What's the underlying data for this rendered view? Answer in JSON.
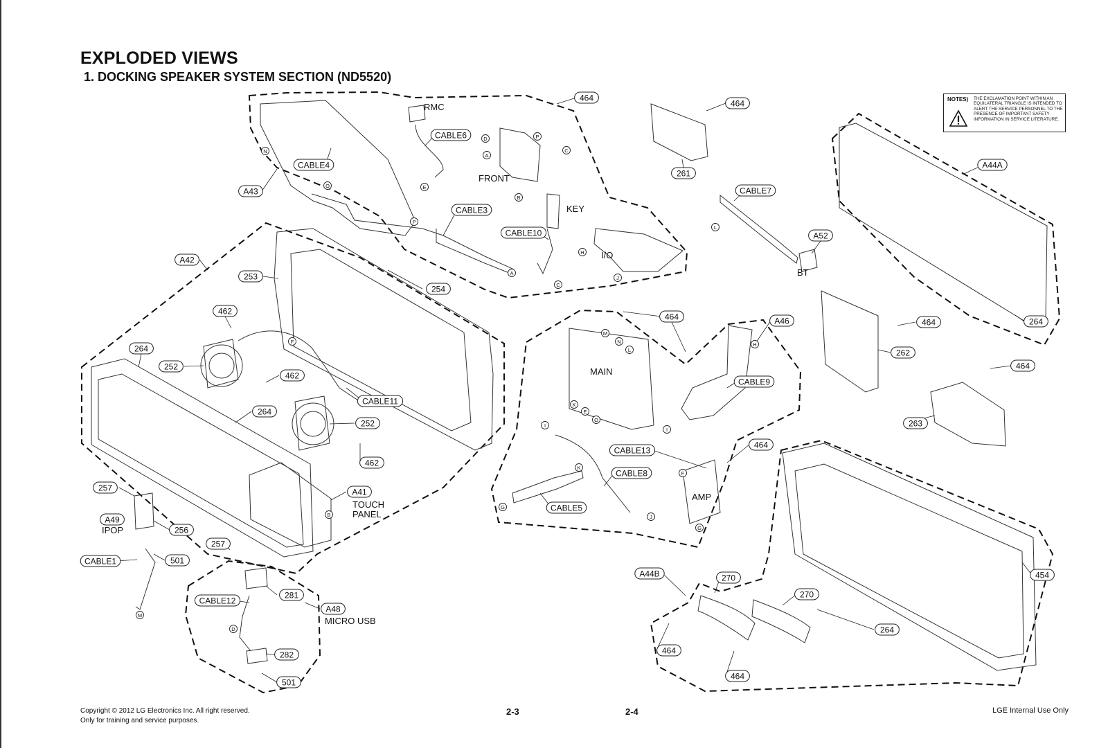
{
  "header": {
    "title": "EXPLODED VIEWS",
    "subtitle": "1. DOCKING SPEAKER SYSTEM SECTION (ND5520)"
  },
  "notes": {
    "label": "NOTES)",
    "text": "THE EXCLAMATION POINT WITHIN AN EQUILATERAL TRIANGLE IS INTENDED TO ALERT THE SERVICE PERSONNEL TO THE PRESENCE OF IMPORTANT SAFETY INFORMATION IN SERVICE LITERATURE.",
    "icon": "warning-triangle-icon"
  },
  "callouts": [
    {
      "id": "464",
      "label": "464"
    },
    {
      "id": "464",
      "label": "464"
    },
    {
      "id": "A44A",
      "label": "A44A"
    },
    {
      "id": "CABLE6",
      "label": "CABLE6"
    },
    {
      "id": "CABLE4",
      "label": "CABLE4"
    },
    {
      "id": "A43",
      "label": "A43"
    },
    {
      "id": "261",
      "label": "261"
    },
    {
      "id": "CABLE7",
      "label": "CABLE7"
    },
    {
      "id": "CABLE3",
      "label": "CABLE3"
    },
    {
      "id": "CABLE10",
      "label": "CABLE10"
    },
    {
      "id": "A52",
      "label": "A52"
    },
    {
      "id": "A42",
      "label": "A42"
    },
    {
      "id": "253",
      "label": "253"
    },
    {
      "id": "254",
      "label": "254"
    },
    {
      "id": "462",
      "label": "462"
    },
    {
      "id": "464",
      "label": "464"
    },
    {
      "id": "A46",
      "label": "A46"
    },
    {
      "id": "464",
      "label": "464"
    },
    {
      "id": "264",
      "label": "264"
    },
    {
      "id": "264",
      "label": "264"
    },
    {
      "id": "252",
      "label": "252"
    },
    {
      "id": "462",
      "label": "462"
    },
    {
      "id": "262",
      "label": "262"
    },
    {
      "id": "464",
      "label": "464"
    },
    {
      "id": "CABLE9",
      "label": "CABLE9"
    },
    {
      "id": "CABLE11",
      "label": "CABLE11"
    },
    {
      "id": "264",
      "label": "264"
    },
    {
      "id": "252",
      "label": "252"
    },
    {
      "id": "263",
      "label": "263"
    },
    {
      "id": "CABLE13",
      "label": "CABLE13"
    },
    {
      "id": "464",
      "label": "464"
    },
    {
      "id": "462",
      "label": "462"
    },
    {
      "id": "CABLE8",
      "label": "CABLE8"
    },
    {
      "id": "257",
      "label": "257"
    },
    {
      "id": "A41",
      "label": "A41"
    },
    {
      "id": "A49",
      "label": "A49"
    },
    {
      "id": "CABLE5",
      "label": "CABLE5"
    },
    {
      "id": "256",
      "label": "256"
    },
    {
      "id": "257",
      "label": "257"
    },
    {
      "id": "CABLE1",
      "label": "CABLE1"
    },
    {
      "id": "501",
      "label": "501"
    },
    {
      "id": "A44B",
      "label": "A44B"
    },
    {
      "id": "454",
      "label": "454"
    },
    {
      "id": "270",
      "label": "270"
    },
    {
      "id": "281",
      "label": "281"
    },
    {
      "id": "270",
      "label": "270"
    },
    {
      "id": "CABLE12",
      "label": "CABLE12"
    },
    {
      "id": "A48",
      "label": "A48"
    },
    {
      "id": "264",
      "label": "264"
    },
    {
      "id": "464",
      "label": "464"
    },
    {
      "id": "282",
      "label": "282"
    },
    {
      "id": "464",
      "label": "464"
    },
    {
      "id": "501",
      "label": "501"
    }
  ],
  "labels": [
    "RMC",
    "FRONT",
    "KEY",
    "I/O",
    "BT",
    "MAIN",
    "AMP",
    "TOUCH",
    "PANEL",
    "IPOP",
    "MICRO USB"
  ],
  "markers": [
    "N",
    "O",
    "P",
    "E",
    "D",
    "A",
    "B",
    "P",
    "C",
    "A",
    "H",
    "J",
    "C",
    "L",
    "M",
    "N",
    "L",
    "K",
    "E",
    "O",
    "I",
    "F",
    "B",
    "H",
    "I",
    "K",
    "G",
    "J",
    "F",
    "G",
    "D",
    "M"
  ],
  "footer": {
    "copyright_line1": "Copyright © 2012 LG Electronics Inc. All right reserved.",
    "copyright_line2": "Only for training and service purposes.",
    "page_left": "2-3",
    "page_right": "2-4",
    "internal": "LGE Internal Use Only"
  }
}
